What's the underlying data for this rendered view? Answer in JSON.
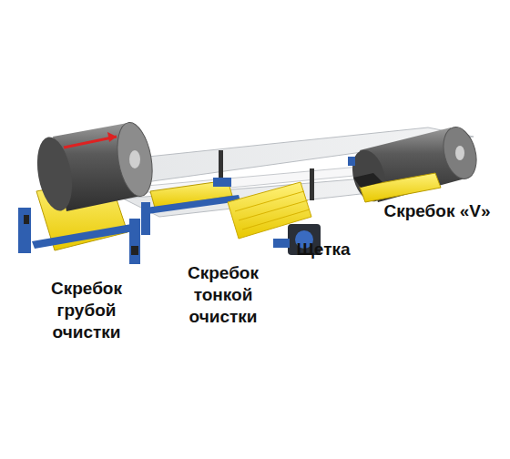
{
  "diagram": {
    "labels": [
      "Скребок грубой очистки",
      "Скребок тонкой очистки",
      "Щетка",
      "Скребок «V»"
    ]
  }
}
